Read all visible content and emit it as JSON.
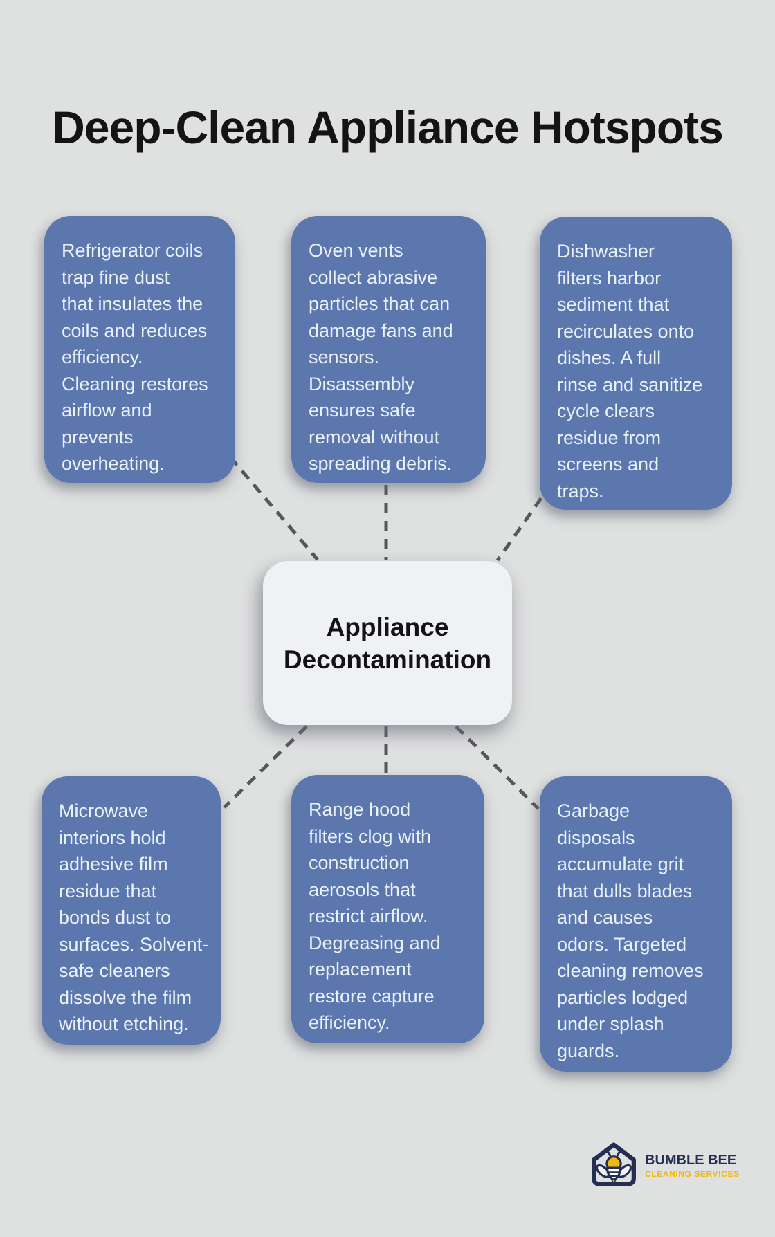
{
  "title": "Deep-Clean Appliance Hotspots",
  "center": {
    "label": "Appliance\nDecontamination"
  },
  "cards": [
    {
      "id": "refrigerator",
      "text": "Refrigerator coils\ntrap fine dust\nthat insulates the\ncoils and reduces\nefficiency.\nCleaning restores\nairflow and\nprevents\noverheating."
    },
    {
      "id": "oven",
      "text": "Oven vents\ncollect abrasive\nparticles that can\ndamage fans and\nsensors.\nDisassembly\nensures safe\nremoval without\nspreading debris."
    },
    {
      "id": "dishwasher",
      "text": "Dishwasher\nfilters harbor\nsediment that\nrecirculates onto\ndishes. A full\nrinse and sanitize\ncycle clears\nresidue from\nscreens and\ntraps."
    },
    {
      "id": "microwave",
      "text": "Microwave\ninteriors hold\nadhesive film\nresidue that\nbonds dust to\nsurfaces. Solvent-\nsafe cleaners\ndissolve the film\nwithout etching."
    },
    {
      "id": "rangehood",
      "text": "Range hood\nfilters clog with\nconstruction\naerosols that\nrestrict airflow.\nDegreasing and\nreplacement\nrestore capture\nefficiency."
    },
    {
      "id": "disposal",
      "text": "Garbage\ndisposals\naccumulate grit\nthat dulls blades\nand causes\nodors. Targeted\ncleaning removes\nparticles lodged\nunder splash\nguards."
    }
  ],
  "logo": {
    "name": "BUMBLE BEE",
    "tagline": "CLEANING SERVICES"
  },
  "colors": {
    "background": "#dfe0e0",
    "card_blue": "#5b77ad",
    "card_text": "#e9f1fa",
    "center_box": "#f0f1f4",
    "title_text": "#141414",
    "connector_gray": "#56575a",
    "brand_navy": "#232e52",
    "brand_yellow": "#f2b70c"
  }
}
